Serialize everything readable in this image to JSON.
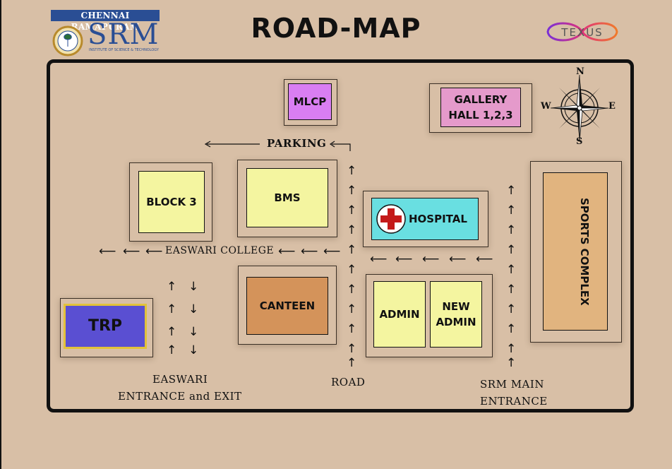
{
  "header": {
    "title": "ROAD-MAP",
    "srm_banner": "CHENNAI RAMAPURAM",
    "srm_name": "SRM",
    "srm_subtitle": "INSTITUTE OF SCIENCE & TECHNOLOGY",
    "texus_logo": "TEXUS"
  },
  "compass": {
    "north": "N",
    "south": "S",
    "east": "E",
    "west": "W"
  },
  "buildings": {
    "mlcp": "MLCP",
    "gallery": "GALLERY HALL 1,2,3",
    "block3": "BLOCK 3",
    "bms": "BMS",
    "hospital": "HOSPITAL",
    "sports": "SPORTS COMPLEX",
    "trp": "TRP",
    "canteen": "CANTEEN",
    "admin": "ADMIN",
    "new_admin": "NEW ADMIN"
  },
  "roads": {
    "parking": "PARKING",
    "easwari_college": "EASWARI COLLEGE",
    "easwari_entrance": "EASWARI",
    "easwari_entrance_2": "ENTRANCE and EXIT",
    "road": "ROAD",
    "srm_main": "SRM MAIN",
    "srm_main_2": "ENTRANCE"
  },
  "colors": {
    "background": "#d8bfa6",
    "mlcp": "#d97ef2",
    "gallery": "#e59acb",
    "yellow_building": "#f4f5a0",
    "hospital": "#69dfe1",
    "sports": "#e1b47f",
    "trp": "#5a4fd2",
    "trp_border": "#e2c23a",
    "canteen": "#d4935a",
    "cross": "#c41a1a"
  },
  "icons": {
    "compass": "compass-rose-icon",
    "hospital": "red-cross-icon",
    "arrows": "arrow-icon"
  }
}
